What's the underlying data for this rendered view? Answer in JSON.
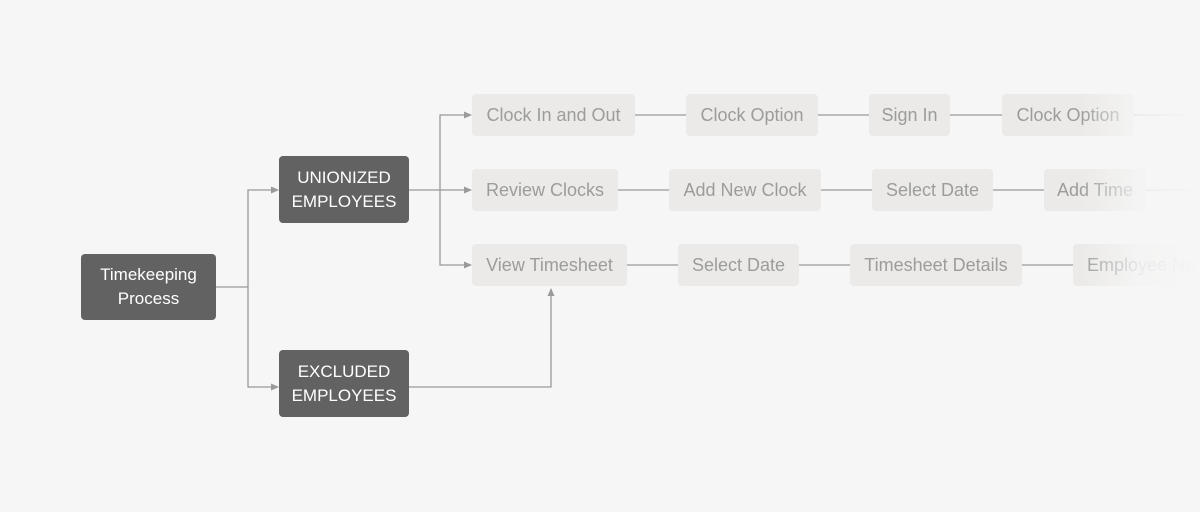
{
  "diagram": {
    "root": {
      "label": "Timekeeping Process"
    },
    "groups": [
      {
        "label": "UNIONIZED EMPLOYEES"
      },
      {
        "label": "EXCLUDED EMPLOYEES"
      }
    ],
    "rows": [
      {
        "steps": [
          "Clock In and Out",
          "Clock Option",
          "Sign In",
          "Clock Option"
        ]
      },
      {
        "steps": [
          "Review Clocks",
          "Add New Clock",
          "Select Date",
          "Add Time"
        ]
      },
      {
        "steps": [
          "View Timesheet",
          "Select Date",
          "Timesheet Details",
          "Employee Name"
        ]
      }
    ]
  },
  "colors": {
    "background": "#f6f6f6",
    "dark_node": "#626262",
    "light_node": "#ebeae8",
    "light_text": "#9c9c9c",
    "edge": "#9a9a9a"
  }
}
